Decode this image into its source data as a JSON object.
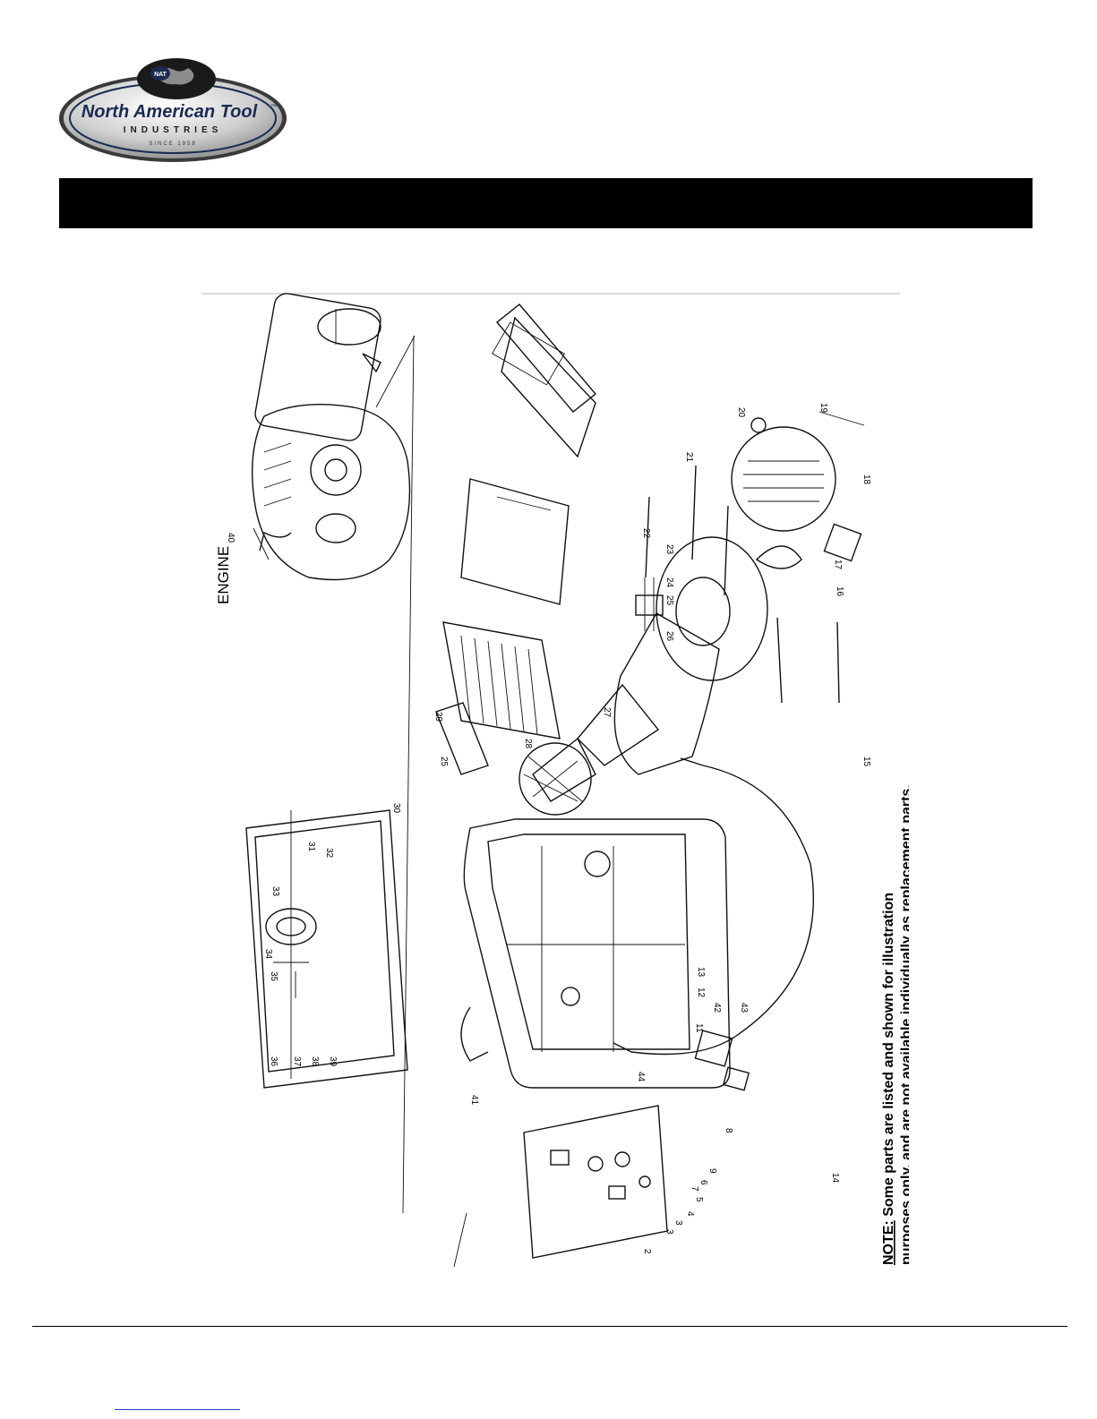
{
  "logo": {
    "badge": "NAT",
    "name": "North American Tool",
    "tm": "™",
    "industries": "INDUSTRIES",
    "since": "SINCE 1958"
  },
  "diagram": {
    "engine_heading": "ENGINE",
    "note_prefix": "NOTE:",
    "note_line1_rest": " Some parts are listed and shown for illustration",
    "note_line2": "purposes only, and are not available individually as replacement parts.",
    "callouts": [
      "2",
      "3",
      "3",
      "4",
      "5",
      "6",
      "7",
      "8",
      "9",
      "11",
      "12",
      "13",
      "14",
      "15",
      "16",
      "17",
      "18",
      "19",
      "20",
      "21",
      "22",
      "23",
      "24",
      "25",
      "25",
      "26",
      "27",
      "28",
      "29",
      "30",
      "31",
      "32",
      "33",
      "34",
      "35",
      "36",
      "37",
      "38",
      "39",
      "40",
      "41",
      "42",
      "43",
      "44"
    ]
  },
  "colors": {
    "title_bar": "#000000",
    "logo_silver": "#c9c9c9",
    "logo_navy": "#1a2b52",
    "link_blue": "#1f3fbf"
  }
}
